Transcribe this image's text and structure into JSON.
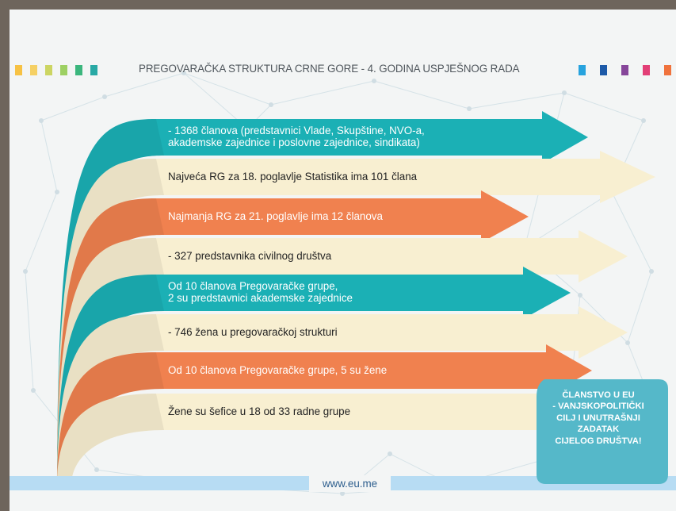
{
  "header": {
    "title": "PREGOVARAČKA STRUKTURA CRNE GORE - 4. GODINA USPJEŠNOG RADA",
    "left_square_colors": [
      "#f7c244",
      "#f5d064",
      "#ccd562",
      "#9dd063",
      "#3bb67d",
      "#28a9a5"
    ],
    "right_square_colors": [
      "#27a3de",
      "#1d5aa8",
      "#86469a",
      "#e23f76",
      "#f0733d"
    ]
  },
  "bands": [
    {
      "lines": [
        "- 1368 članova (predstavnici Vlade, Skupštine, NVO-a,",
        "akademske zajednice i poslovne zajednice, sindikata)"
      ],
      "color": "#1bb0b5",
      "text_style": "light"
    },
    {
      "lines": [
        "Najveća RG za 18. poglavlje Statistika ima 101 člana"
      ],
      "color": "#f8efd1",
      "text_style": "dark"
    },
    {
      "lines": [
        "Najmanja RG za 21. poglavlje ima 12 članova"
      ],
      "color": "#f0814f",
      "text_style": "light"
    },
    {
      "lines": [
        "- 327 predstavnika civilnog društva"
      ],
      "color": "#f8efd1",
      "text_style": "dark"
    },
    {
      "lines": [
        "Od 10 članova Pregovaračke grupe,",
        "2 su predstavnici akademske zajednice"
      ],
      "color": "#1bb0b5",
      "text_style": "light"
    },
    {
      "lines": [
        "- 746 žena u pregovaračkoj strukturi"
      ],
      "color": "#f8efd1",
      "text_style": "dark"
    },
    {
      "lines": [
        "Od 10 članova Pregovaračke grupe, 5 su žene"
      ],
      "color": "#f0814f",
      "text_style": "light"
    },
    {
      "lines": [
        "Žene su šefice u 18 od 33 radne grupe"
      ],
      "color": "#f8efd1",
      "text_style": "dark"
    }
  ],
  "callout": {
    "lines": [
      "ČLANSTVO U EU",
      "- VANJSKOPOLITIČKI",
      "CILJ I UNUTRAŠNJI",
      "ZADATAK",
      "CIJELOG DRUŠTVA!"
    ],
    "color": "#55b8c9"
  },
  "footer": {
    "url": "www.eu.me",
    "bar_color": "#b7dcf3"
  }
}
